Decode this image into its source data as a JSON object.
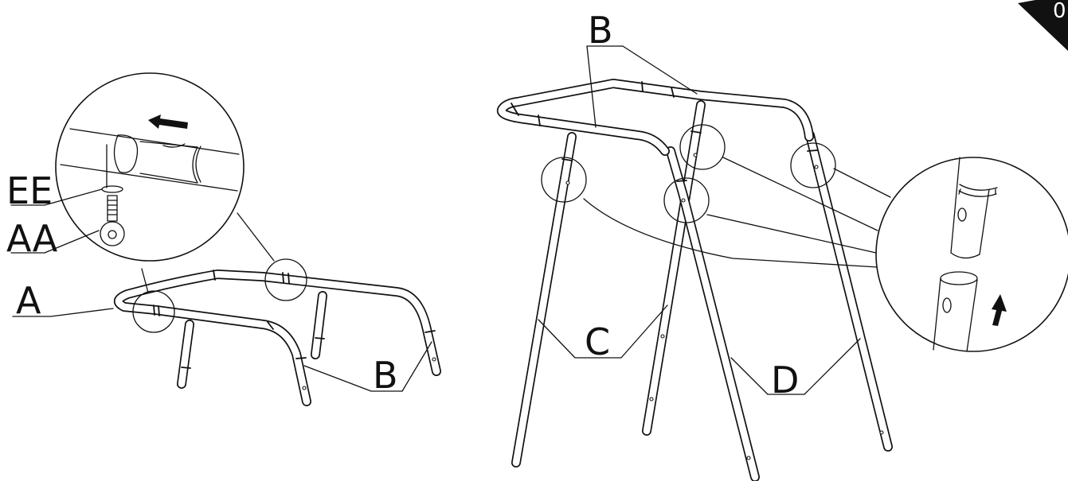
{
  "labels": {
    "ee": "EE",
    "aa": "AA",
    "a": "A",
    "b_left": "B",
    "b_top": "B",
    "c": "C",
    "d": "D"
  },
  "corner_badge": {
    "color": "#111111",
    "text": "0"
  },
  "colors": {
    "ink": "#111111",
    "paper": "#ffffff"
  },
  "icons": [
    "arrow-left-icon",
    "arrow-up-icon"
  ]
}
